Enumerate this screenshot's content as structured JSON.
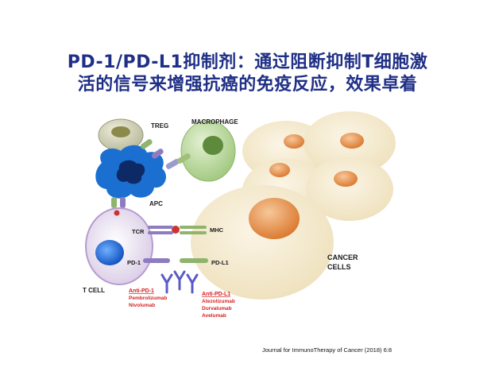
{
  "title": {
    "line1": "PD-1/PD-L1抑制剂：通过阻断抑制T细胞激",
    "line2": "活的信号来增强抗癌的免疫反应，效果卓着"
  },
  "diagram": {
    "labels": {
      "treg": "TREG",
      "macrophage": "MACROPHAGE",
      "apc": "APC",
      "tcr": "TCR",
      "mhc": "MHC",
      "pd1": "PD-1",
      "pdl1": "PD-L1",
      "tcell": "T CELL",
      "cancer1": "CANCER",
      "cancer2": "CELLS"
    },
    "anti_pd1": {
      "heading": "Anti-PD-1",
      "drugs": [
        "Pembrolizumab",
        "Nivolumab"
      ]
    },
    "anti_pdl1": {
      "heading": "Anti-PD-L1",
      "drugs": [
        "Atezolizumab",
        "Durvalumab",
        "Avelumab"
      ]
    }
  },
  "citation": "Journal for ImmunoTherapy of Cancer (2018) 6:8",
  "colors": {
    "title": "#1f2f86",
    "drug_text": "#d62020",
    "apc": "#1a6fd1",
    "cancer_cell": "#f5ecd3",
    "nucleus_orange": "#e08a3c",
    "macrophage": "#b9d89a",
    "antibody": "#5a5ac8"
  }
}
